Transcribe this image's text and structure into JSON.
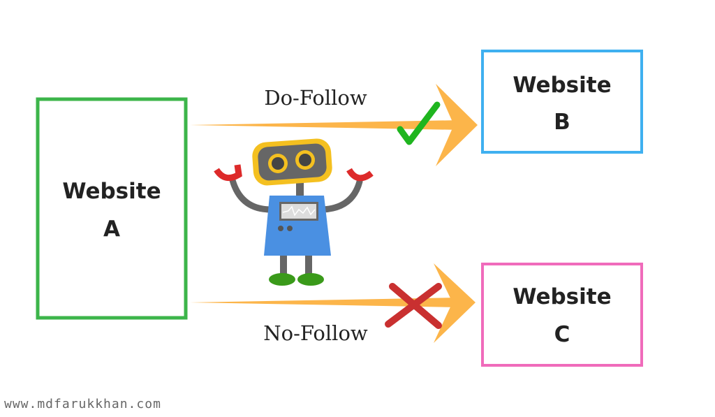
{
  "boxes": {
    "a": {
      "line1": "Website",
      "line2": "A",
      "color": "#3cb54a"
    },
    "b": {
      "line1": "Website",
      "line2": "B",
      "color": "#3fb0f0"
    },
    "c": {
      "line1": "Website",
      "line2": "C",
      "color": "#f06bbb"
    }
  },
  "links": {
    "dofollow": {
      "label": "Do-Follow",
      "icon": "check-icon",
      "color": "#fcb54a"
    },
    "nofollow": {
      "label": "No-Follow",
      "icon": "cross-icon",
      "color": "#fcb54a"
    }
  },
  "footer": {
    "url": "www.mdfarukkhan.com"
  }
}
